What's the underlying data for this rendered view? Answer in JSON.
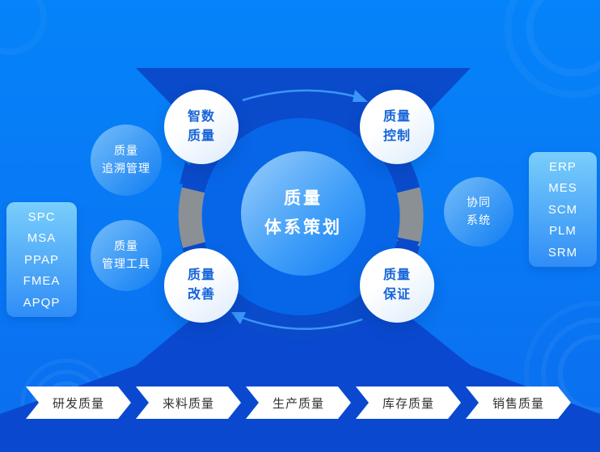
{
  "center_circle": {
    "line1": "质量",
    "line2": "体系策划"
  },
  "orbit_nodes": [
    {
      "line1": "智数",
      "line2": "质量"
    },
    {
      "line1": "质量",
      "line2": "控制"
    },
    {
      "line1": "质量",
      "line2": "改善"
    },
    {
      "line1": "质量",
      "line2": "保证"
    }
  ],
  "support_circles": [
    {
      "line1": "质量",
      "line2": "追溯管理"
    },
    {
      "line1": "质量",
      "line2": "管理工具"
    },
    {
      "line1": "协同",
      "line2": "系统"
    }
  ],
  "left_panel": {
    "items": [
      "SPC",
      "MSA",
      "PPAP",
      "FMEA",
      "APQP"
    ]
  },
  "right_panel": {
    "items": [
      "ERP",
      "MES",
      "SCM",
      "PLM",
      "SRM"
    ]
  },
  "flow_banner": {
    "steps": [
      "研发质量",
      "来料质量",
      "生产质量",
      "库存质量",
      "销售质量"
    ]
  },
  "colors": {
    "background": "#0680f8",
    "dark_shape": "#0a4bcb",
    "inner_disc": "#0766e7",
    "gray_segment": "#8b9095",
    "panel_gradient_top": "#79cefb",
    "panel_gradient_bottom": "#2f8df6",
    "node_text": "#1564d8",
    "banner_text": "#333333"
  }
}
